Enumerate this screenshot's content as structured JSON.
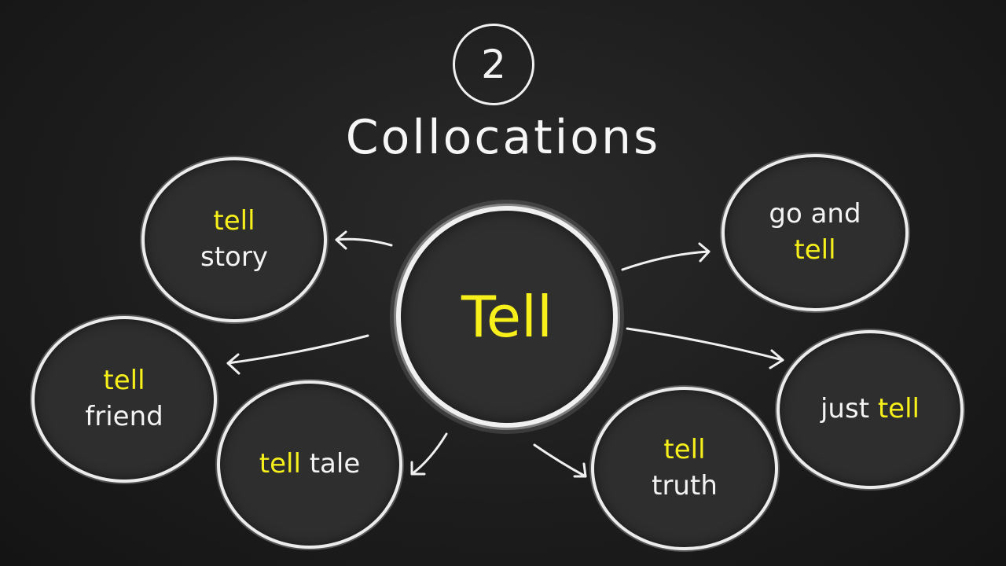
{
  "badge_number": "2",
  "title": "Collocations",
  "center_word": "Tell",
  "nodes": [
    {
      "line1": "tell",
      "line2": "story"
    },
    {
      "line1": "go and",
      "line2": "tell"
    },
    {
      "line1": "tell",
      "line2": "friend"
    },
    {
      "part1": "tell",
      "part2": " tale"
    },
    {
      "part1": "just ",
      "part2": "tell"
    },
    {
      "line1": "tell",
      "line2": "truth"
    }
  ],
  "colors": {
    "highlight": "#f7f01a",
    "chalk": "#f0f0f0",
    "board": "#1f1f1f"
  }
}
